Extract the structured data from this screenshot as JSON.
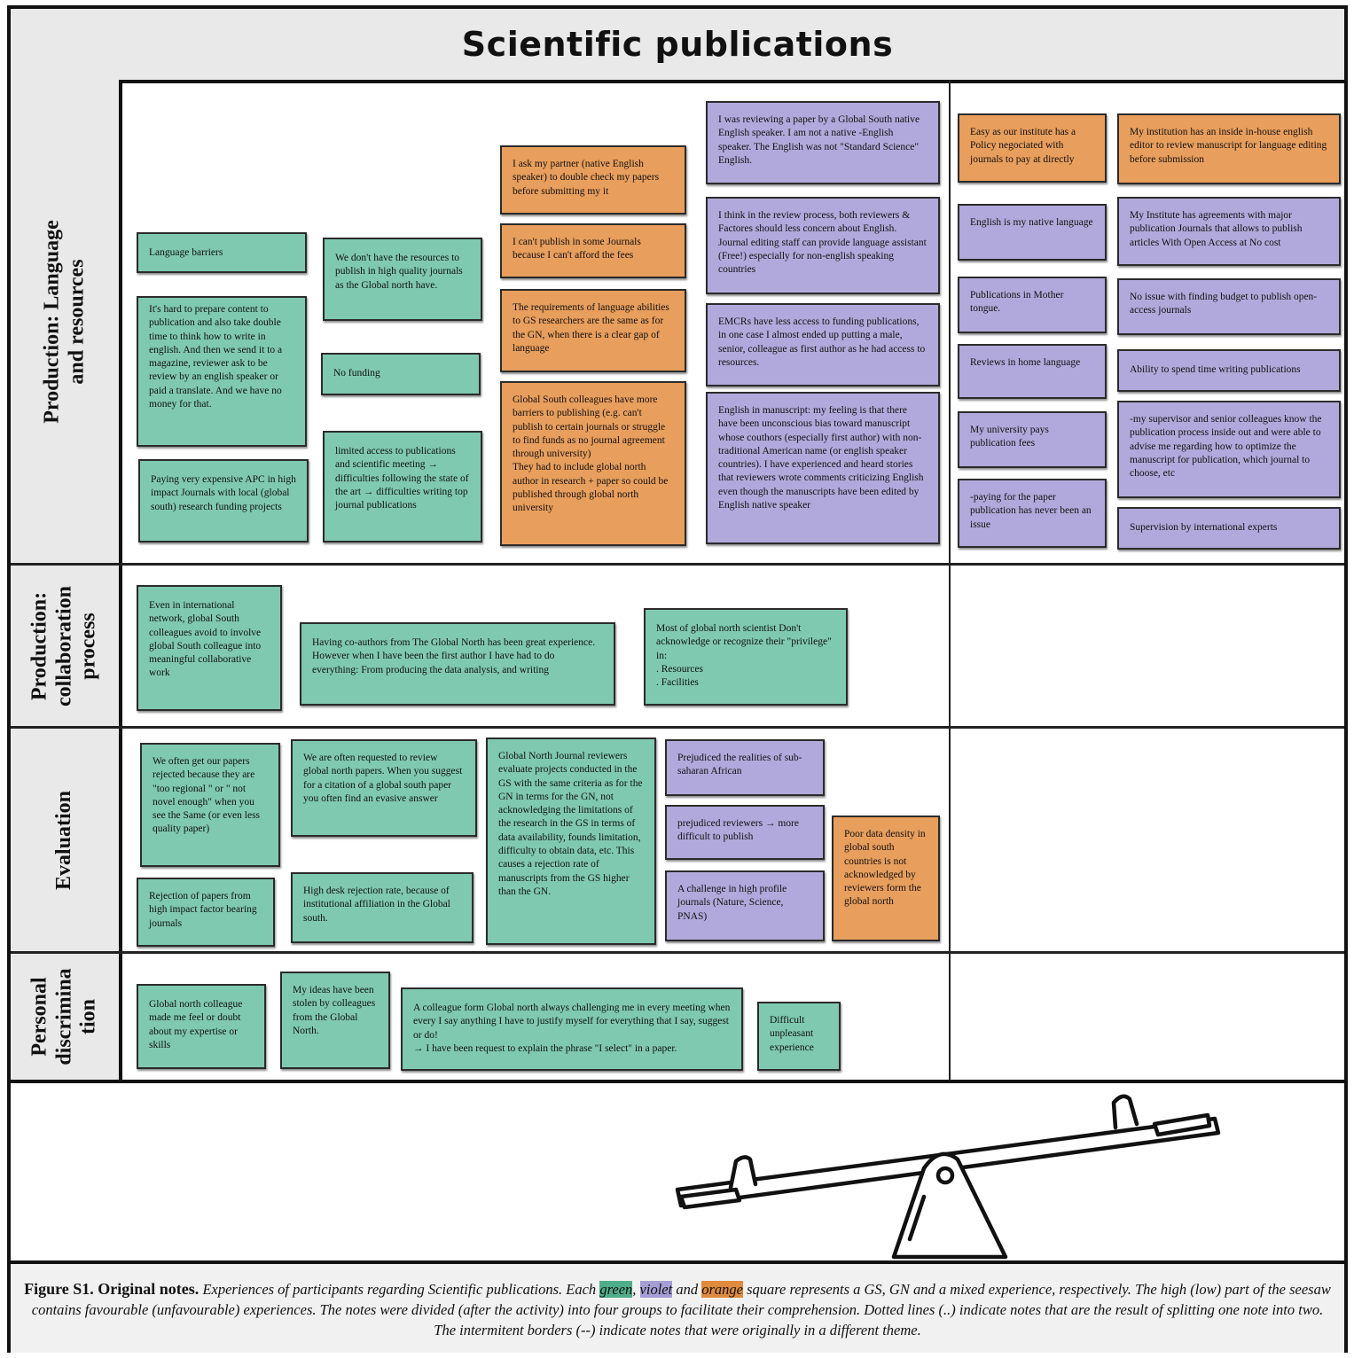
{
  "title": "Scientific publications",
  "rows": {
    "language": {
      "label_line1": "Production: Language",
      "label_line2": "and resources",
      "notes": {
        "n1": "Language barriers",
        "n2": "It's hard to prepare content to publication and also take double time to think how to write  in english. And then we send it to a magazine, reviewer ask to be review by an english speaker or paid a translate. And we have no money for that.",
        "n3": "Paying very expensive APC in high impact Journals with local (global south) research funding projects",
        "n4": "We don't have the resources to publish in high quality journals as the Global north have.",
        "n5": "No funding",
        "n6": "limited access to publications and scientific meeting → difficulties following the state of the art → difficulties writing top journal publications",
        "n7": "I ask my partner (native English speaker) to double check my papers before submitting my it",
        "n8": "I can't publish in some Journals because I can't afford the fees",
        "n9": "The requirements of language abilities to GS researchers are the same as for the GN, when there is a clear gap of language",
        "n10": "Global South colleagues have more barriers to publishing (e.g. can't publish to certain journals or struggle to find funds as no journal agreement through university)\nThey had to include global north author in research + paper so could be published through global north university",
        "n11": "I was reviewing a paper by a Global South native English  speaker. I am not a native -English speaker. The English was not \"Standard Science\" English.",
        "n12": "I think in the review process, both reviewers & Factores should less concern about English. Journal editing staff can provide language assistant (Free!) especially for non-english speaking countries",
        "n13": "EMCRs have less access to funding publications, in one case I almost ended up putting a male, senior, colleague as first author  as he had access to resources.",
        "n14": "English in manuscript: my feeling is that there have been unconscious bias toward manuscript whose couthors (especially first author) with non-traditional American name (or english speaker countries). I have experienced and heard stories that reviewers wrote comments criticizing English even though the manuscripts have been edited by English native speaker",
        "n15": "Easy as our institute has a Policy negociated with journals to pay at directly",
        "n16": "English is my native language",
        "n17": "Publications in Mother tongue.",
        "n18": "Reviews in home language",
        "n19": "My university pays publication fees",
        "n20": "-paying for the paper publication has never been an issue",
        "n21": "My institution has an inside in-house english editor to review manuscript for language editing before submission",
        "n22": "My Institute has agreements with major publication Journals that allows to publish articles With Open Access at No cost",
        "n23": "No issue with finding budget to publish open- access journals",
        "n24": "Ability to spend time writing publications",
        "n25": "-my supervisor and senior colleagues know the publication process inside out and were able to advise me regarding how to optimize the manuscript for publication, which journal to choose, etc",
        "n26": "Supervision by international experts"
      }
    },
    "collaboration": {
      "label_line1": "Production:",
      "label_line2": "collaboration",
      "label_line3": "process",
      "notes": {
        "n1": "Even in international network, global South colleagues avoid to involve global South colleague into meaningful collaborative work",
        "n2": "Having co-authors from The Global North has been great experience. However when I have been the first author I have had to do everything: From producing the data analysis, and writing",
        "n3": "Most of global north scientist Don't acknowledge or recognize their \"privilege\" in:\n. Resources\n. Facilities"
      }
    },
    "evaluation": {
      "label": "Evaluation",
      "notes": {
        "n1": "We often get our papers rejected because they are \"too regional \" or \" not novel enough\" when you see the Same (or even less quality paper)",
        "n2": "Rejection of papers from high impact factor bearing journals",
        "n3": "We are often requested to review global north papers. When you suggest for a citation of a global south paper you often find an evasive answer",
        "n4": "High desk rejection rate, because of institutional affiliation in the Global south.",
        "n5": "Global North Journal reviewers evaluate projects conducted in the GS with the same criteria as for the GN in terms for the GN, not acknowledging the limitations of the research in the GS in terms of data availability, founds limitation, difficulty to obtain data, etc. This causes a rejection rate of manuscripts from the GS higher than the GN.",
        "n6": "Prejudiced the realities of sub-saharan African",
        "n7": "prejudiced reviewers → more difficult to publish",
        "n8": "A challenge in high profile journals (Nature, Science, PNAS)",
        "n9": "Poor data density in global south countries is not acknowledged by reviewers form the global north"
      }
    },
    "personal": {
      "label_line1": "Personal",
      "label_line2": "discrimina",
      "label_line3": "tion",
      "notes": {
        "n1": "Global north colleague made me feel or doubt about my expertise or skills",
        "n2": "My ideas have been stolen by colleagues from the Global North.",
        "n3": "A colleague form Global north always challenging me in every meeting when every I say anything I have to justify myself for everything that I say, suggest or do!\n→ I have been request to explain the phrase \"I select\" in a paper.",
        "n4": "Difficult unpleasant experience"
      }
    }
  },
  "caption": {
    "bold": "Figure S1. Original notes.",
    "part1": "Experiences of participants regarding Scientific publications. Each",
    "green_word": "green",
    "comma": ",",
    "violet_word": "violet",
    "and": "and",
    "orange_word": "orange",
    "part2": "square represents a GS, GN and a mixed experience, respectively. The high (low) part of the  seesaw contains favourable (unfavourable) experiences. The notes were divided (after the activity) into four groups to facilitate their comprehension. Dotted lines (..) indicate notes that are the result of splitting one note into two. The intermitent borders (--) indicate notes that were originally in a different theme."
  },
  "colors": {
    "green": "#7fc9b0",
    "violet": "#b1a9db",
    "orange": "#e89e5c"
  },
  "icons": [
    "seesaw-icon"
  ]
}
